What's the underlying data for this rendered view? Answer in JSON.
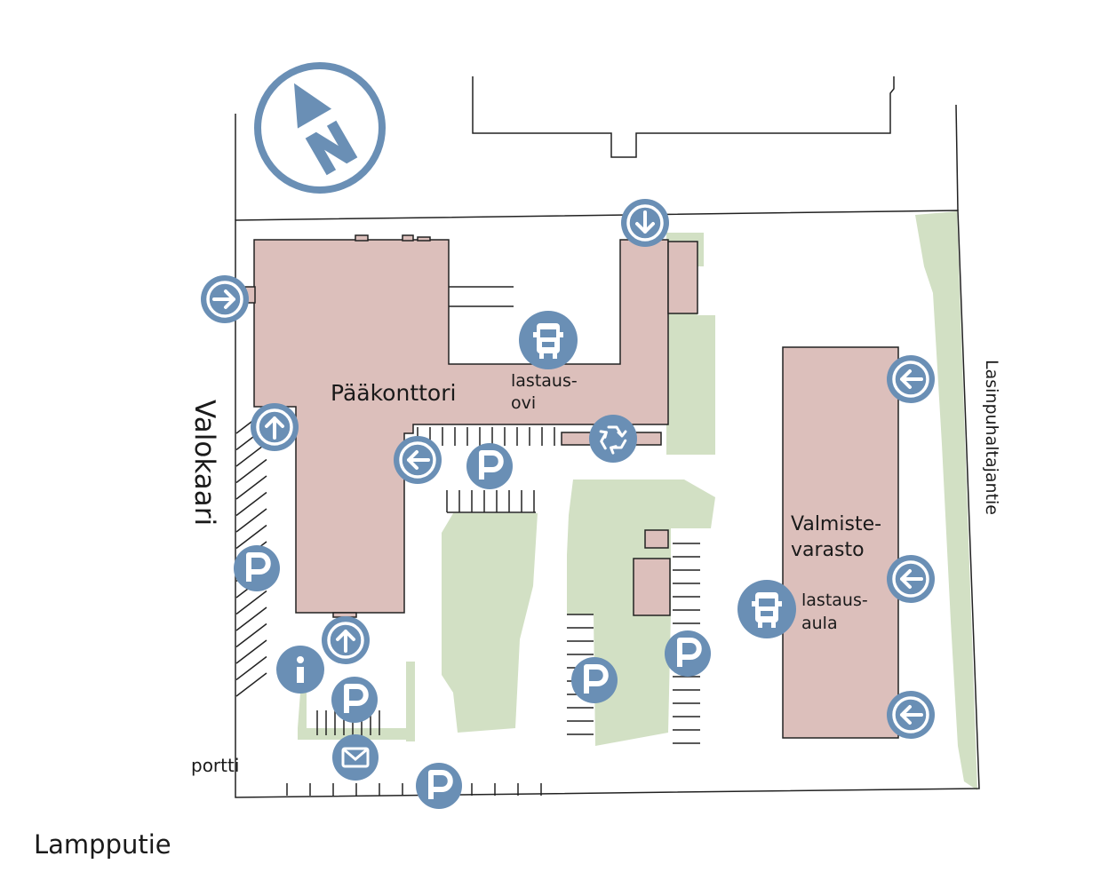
{
  "colors": {
    "building": "#dcbfbb",
    "green": "#d2e0c4",
    "icon": "#6a8fb5",
    "line": "#222222"
  },
  "streets": {
    "west": "Valokaari",
    "east": "Lasinpuhaltajantie",
    "south": "Lampputie"
  },
  "labels": {
    "main_building": "Pääkonttori",
    "loading_door_1": "lastaus-",
    "loading_door_2": "ovi",
    "warehouse_1": "Valmiste-",
    "warehouse_2": "varasto",
    "loading_hall_1": "lastaus-",
    "loading_hall_2": "aula",
    "gate": "portti"
  },
  "icons": {
    "compass": "north-arrow-icon",
    "parking": "parking-icon",
    "info": "info-icon",
    "mail": "mail-icon",
    "truck": "truck-icon",
    "recycling": "recycling-icon",
    "entrance": "entrance-arrow-icon"
  }
}
